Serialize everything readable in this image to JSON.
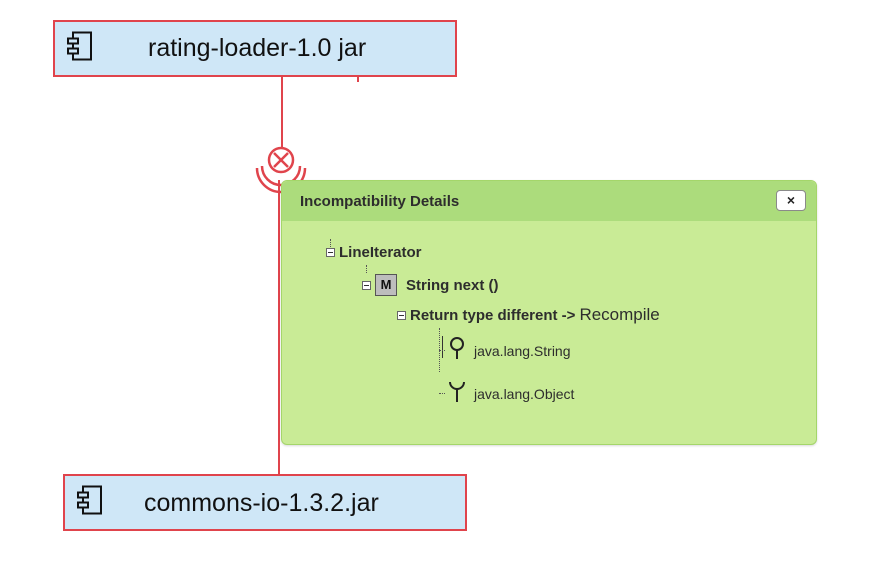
{
  "nodes": {
    "top": {
      "label": "rating-loader-1.0  jar",
      "icon": "component-icon"
    },
    "bottom": {
      "label": "commons-io-1.3.2.jar",
      "icon": "component-icon"
    }
  },
  "connector": {
    "status_icon": "incompatible-error-icon",
    "color": "#e0444c"
  },
  "panel": {
    "title": "Incompatibility Details",
    "close_label": "×",
    "tree": {
      "class_name": "LineIterator",
      "method_badge": "M",
      "method_name": "String next ()",
      "issue_label": "Return type different ->",
      "issue_action": "Recompile",
      "provided_type": "java.lang.String",
      "required_type": "java.lang.Object"
    }
  },
  "colors": {
    "node_fill": "#cfe7f7",
    "node_border": "#e0444c",
    "panel_fill": "#c9eb96",
    "panel_header": "#acdc7c"
  }
}
